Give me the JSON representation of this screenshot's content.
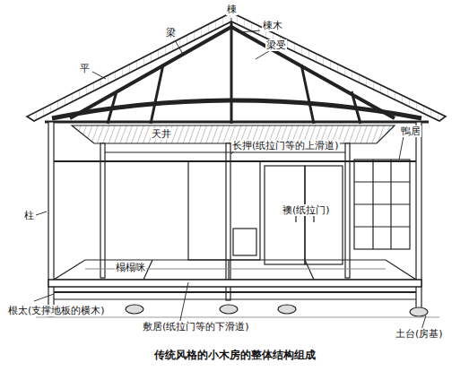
{
  "diagram": {
    "caption": "传统风格的小木房的整体结构组成",
    "labels": [
      "棟",
      "棟木",
      "梁",
      "梁受",
      "平",
      "天井",
      "长押(纸拉门等的上滑道)",
      "鴨居",
      "柱",
      "襖(纸拉门)",
      "榻榻咪",
      "根太(支撑地板的横木)",
      "敷居(纸拉门等的下滑道)",
      "土台(房基)"
    ]
  }
}
